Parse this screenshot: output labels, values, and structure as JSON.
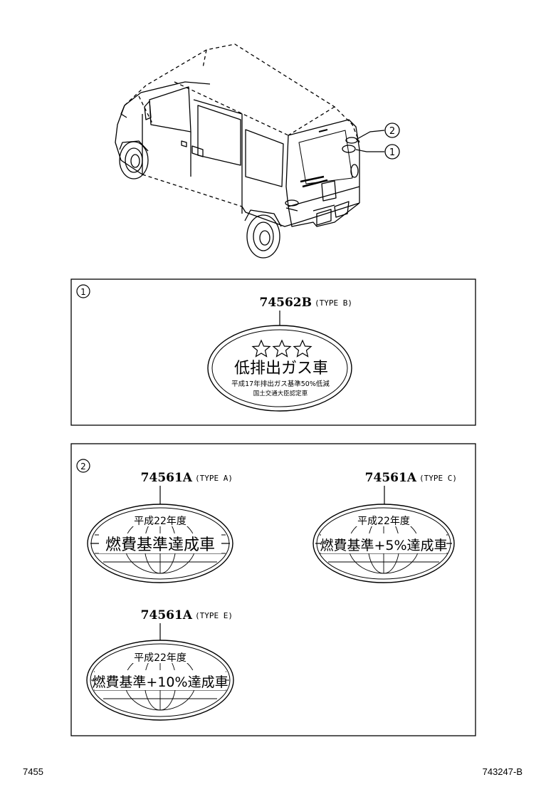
{
  "callouts": [
    "2",
    "1"
  ],
  "panel1": {
    "index": "1",
    "part_number": "74562B",
    "type": "(TYPE B)",
    "label": {
      "line1": "低排出ガス車",
      "line2": "平成17年排出ガス基準50%低減",
      "line3": "国土交通大臣認定車"
    }
  },
  "panel2": {
    "index": "2",
    "a": {
      "part_number": "74561A",
      "type": "(TYPE A)",
      "year": "平成22年度",
      "main": "燃費基準達成車"
    },
    "c": {
      "part_number": "74561A",
      "type": "(TYPE C)",
      "year": "平成22年度",
      "main": "燃費基準+5%達成車"
    },
    "e": {
      "part_number": "74561A",
      "type": "(TYPE E)",
      "year": "平成22年度",
      "main": "燃費基準+10%達成車"
    }
  },
  "footer": {
    "left": "7455",
    "right": "743247-B"
  }
}
